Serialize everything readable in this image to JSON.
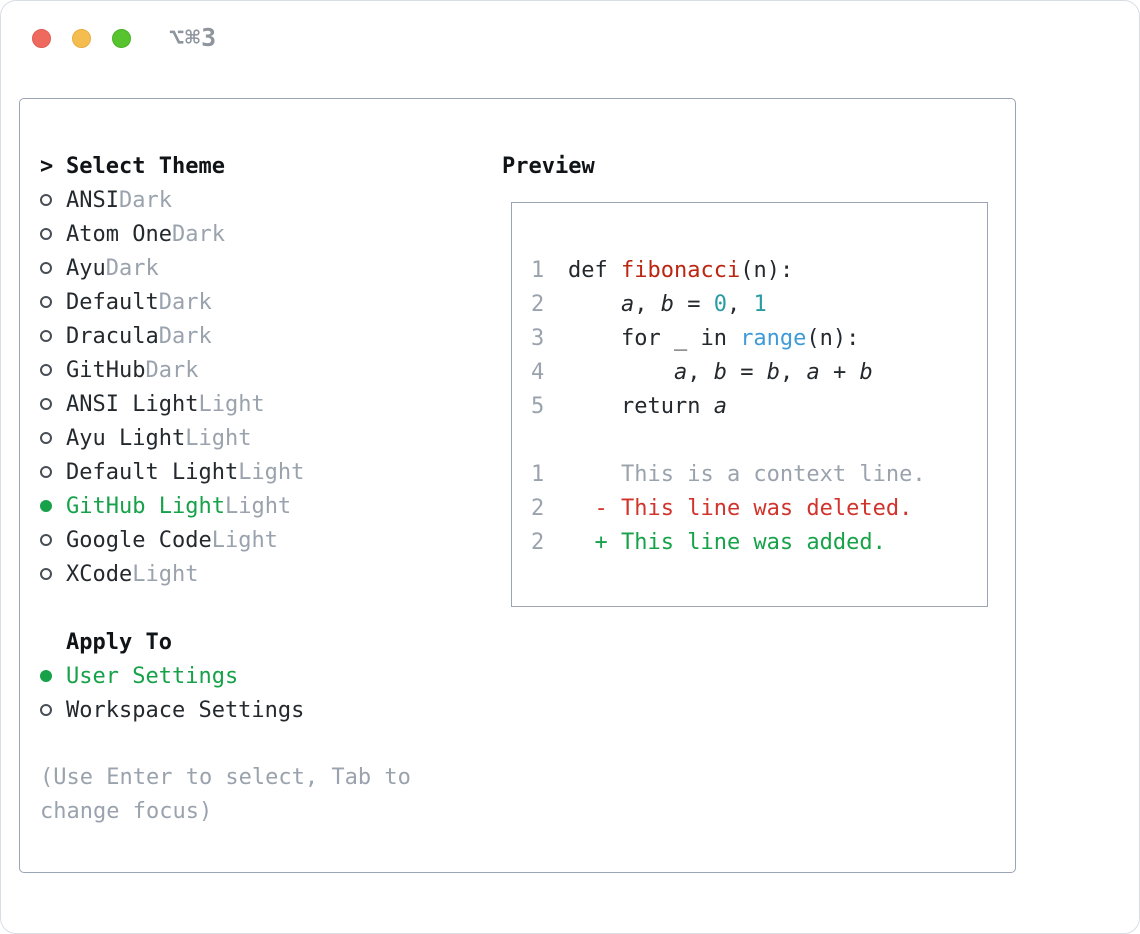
{
  "window": {
    "shortcut": "⌥⌘3"
  },
  "colors": {
    "green": "#17a24a",
    "red": "#d0342c",
    "func": "#bb2611",
    "num": "#2b9ba3",
    "blue": "#3f9bd8",
    "gray": "#9aa3ad",
    "text": "#24292e"
  },
  "theme_selector": {
    "title_marker": ">",
    "title": "Select Theme",
    "themes": [
      {
        "name": "ANSI",
        "variant": "Dark",
        "selected": false
      },
      {
        "name": "Atom One",
        "variant": "Dark",
        "selected": false
      },
      {
        "name": "Ayu",
        "variant": "Dark",
        "selected": false
      },
      {
        "name": "Default",
        "variant": "Dark",
        "selected": false
      },
      {
        "name": "Dracula",
        "variant": "Dark",
        "selected": false
      },
      {
        "name": "GitHub",
        "variant": "Dark",
        "selected": false
      },
      {
        "name": "ANSI Light",
        "variant": "Light",
        "selected": false
      },
      {
        "name": "Ayu Light",
        "variant": "Light",
        "selected": false
      },
      {
        "name": "Default Light",
        "variant": "Light",
        "selected": false
      },
      {
        "name": "GitHub Light",
        "variant": "Light",
        "selected": true
      },
      {
        "name": "Google Code",
        "variant": "Light",
        "selected": false
      },
      {
        "name": "XCode",
        "variant": "Light",
        "selected": false
      }
    ],
    "apply_to": {
      "title": "Apply To",
      "options": [
        {
          "name": "User Settings",
          "selected": true
        },
        {
          "name": "Workspace Settings",
          "selected": false
        }
      ]
    },
    "help_text": "(Use Enter to select, Tab to change focus)"
  },
  "preview": {
    "title": "Preview",
    "code_lines": [
      {
        "num": "1",
        "tokens": [
          {
            "text": "def ",
            "type": "plain"
          },
          {
            "text": "fibonacci",
            "type": "func"
          },
          {
            "text": "(n):",
            "type": "plain"
          }
        ]
      },
      {
        "num": "2",
        "tokens": [
          {
            "text": "    ",
            "type": "plain"
          },
          {
            "text": "a",
            "type": "var"
          },
          {
            "text": ", ",
            "type": "plain"
          },
          {
            "text": "b",
            "type": "var"
          },
          {
            "text": " = ",
            "type": "plain"
          },
          {
            "text": "0",
            "type": "num"
          },
          {
            "text": ", ",
            "type": "plain"
          },
          {
            "text": "1",
            "type": "num"
          }
        ]
      },
      {
        "num": "3",
        "tokens": [
          {
            "text": "    for _ in ",
            "type": "plain"
          },
          {
            "text": "range",
            "type": "builtin"
          },
          {
            "text": "(n):",
            "type": "plain"
          }
        ]
      },
      {
        "num": "4",
        "tokens": [
          {
            "text": "        ",
            "type": "plain"
          },
          {
            "text": "a",
            "type": "var"
          },
          {
            "text": ", ",
            "type": "plain"
          },
          {
            "text": "b",
            "type": "var"
          },
          {
            "text": " = ",
            "type": "plain"
          },
          {
            "text": "b",
            "type": "var"
          },
          {
            "text": ", ",
            "type": "plain"
          },
          {
            "text": "a",
            "type": "var"
          },
          {
            "text": " + ",
            "type": "plain"
          },
          {
            "text": "b",
            "type": "var"
          }
        ]
      },
      {
        "num": "5",
        "tokens": [
          {
            "text": "    return ",
            "type": "plain"
          },
          {
            "text": "a",
            "type": "var"
          }
        ]
      },
      {
        "num": "",
        "tokens": []
      },
      {
        "num": "1",
        "tokens": [
          {
            "text": "    This is a context line.",
            "type": "context"
          }
        ]
      },
      {
        "num": "2",
        "tokens": [
          {
            "text": "  - This line was deleted.",
            "type": "deleted"
          }
        ]
      },
      {
        "num": "2",
        "tokens": [
          {
            "text": "  + This line was added.",
            "type": "added"
          }
        ]
      }
    ]
  }
}
